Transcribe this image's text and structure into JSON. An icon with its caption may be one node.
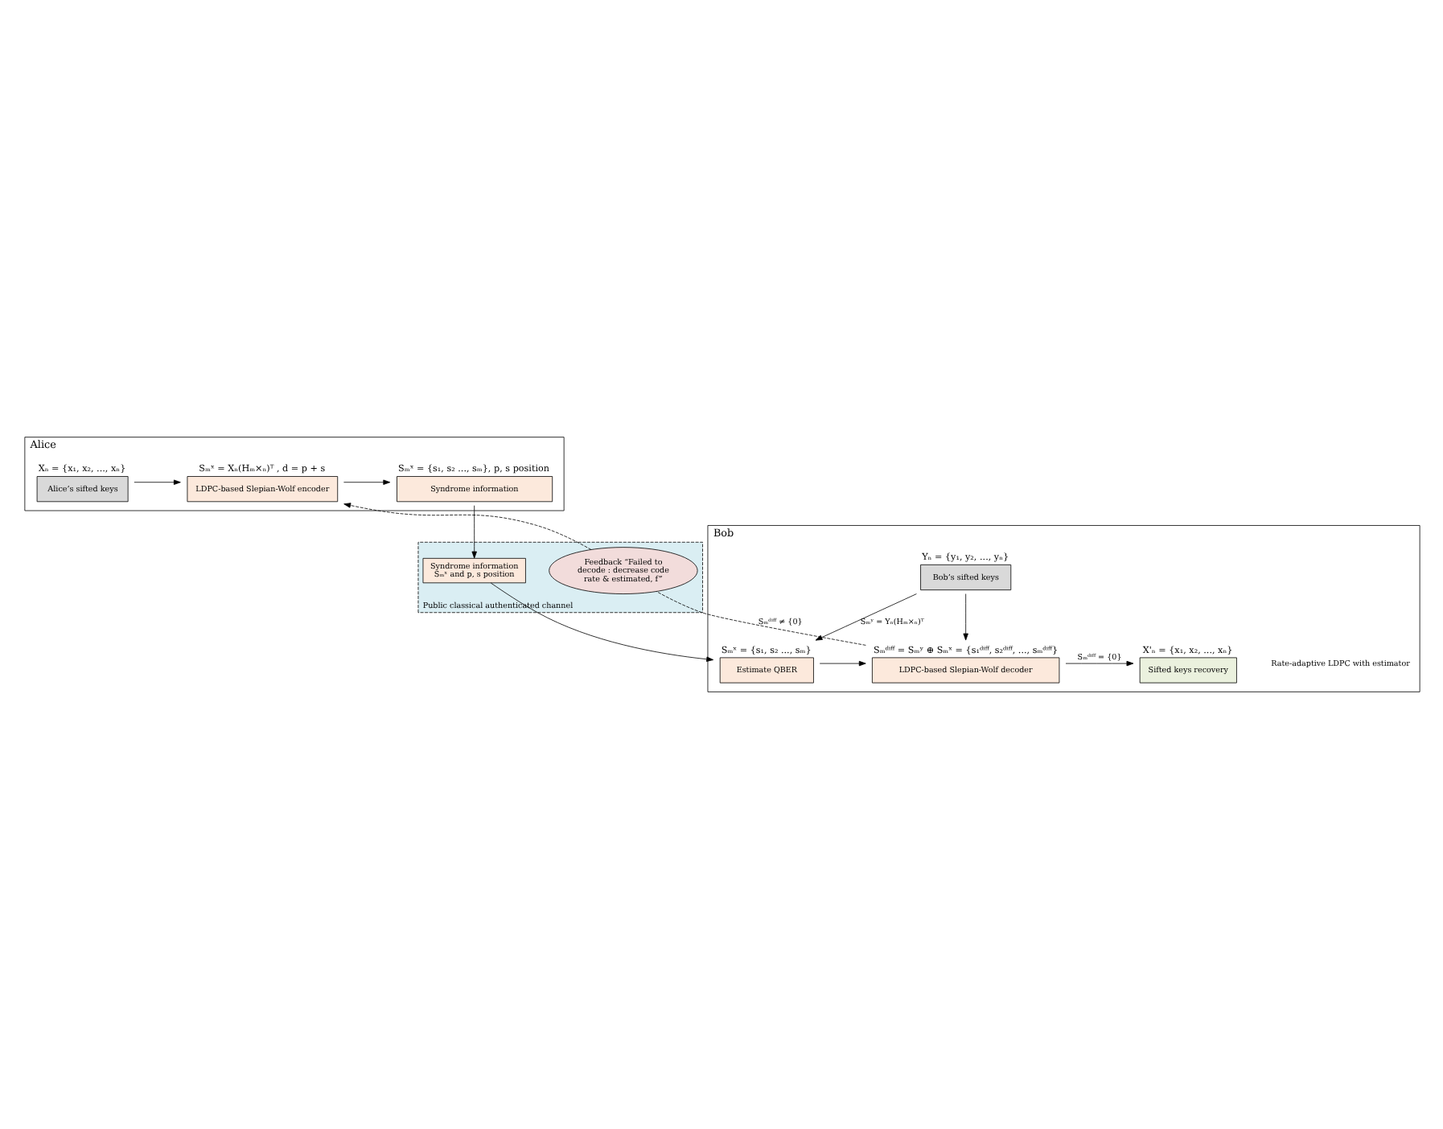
{
  "diagram": {
    "nodes": [
      {
        "text": [
          "Alice"
        ]
      },
      {
        "text": [
          "Alice’s sifted keys"
        ],
        "in": 0,
        "beside": [
          "Xₙ = {x₁, x₂, ..., xₙ}"
        ]
      },
      {
        "text": [
          "LDPC-based Slepian-Wolf encoder"
        ],
        "in": 0,
        "beside": [
          "Sₘˣ = Xₙ(Hₘ×ₙ)ᵀ , d = p + s"
        ]
      },
      {
        "text": [
          "Syndrome information"
        ],
        "in": 0,
        "beside": [
          "Sₘˣ = {s₁, s₂ ..., sₘ}, p, s position"
        ]
      },
      {
        "text": [
          "Public classical authenticated channel"
        ]
      },
      {
        "text": [
          "Feedback “Failed to decode : decrease code rate & estimated, f”"
        ],
        "in": 4
      },
      {
        "text": [
          "Syndrome information Sₘˣ and p, s position"
        ],
        "in": 4
      },
      {
        "text": [
          "Bob"
        ]
      },
      {
        "text": [
          "Sifted keys recovery"
        ],
        "in": 7,
        "beside": [
          "X'ₙ = {x₁, x₂, ..., xₙ}"
        ]
      },
      {
        "text": [
          "LDPC-based Slepian-Wolf decoder"
        ],
        "in": 7,
        "beside": [
          "Sₘᵈⁱᶠᶠ = Sₘʸ ⊕ Sₘˣ = {s₁ᵈⁱᶠᶠ, s₂ᵈⁱᶠᶠ, ..., sₘᵈⁱᶠᶠ}"
        ]
      },
      {
        "text": [
          "Estimate QBER"
        ],
        "in": 7,
        "beside": [
          "Sₘˣ = {s₁, s₂ ..., sₘ}"
        ]
      },
      {
        "text": [
          "Bob’s sifted keys"
        ],
        "in": 7,
        "beside": [
          "Yₙ = {y₁, y₂, ..., yₙ}"
        ]
      }
    ],
    "edges": [
      {
        "from": 1,
        "to": 2,
        "arrow": "to"
      },
      {
        "from": 2,
        "to": 3,
        "arrow": "to"
      },
      {
        "from": 3,
        "to": 6,
        "arrow": "to"
      },
      {
        "from": 6,
        "to": 10,
        "arrow": "to"
      },
      {
        "from": 10,
        "to": 9,
        "arrow": "to"
      },
      {
        "from": 9,
        "to": 8,
        "arrow": "to",
        "label": "Sₘᵈⁱᶠᶠ = {0}"
      },
      {
        "from": 11,
        "to": 9,
        "arrow": "to"
      },
      {
        "from": 11,
        "to": 10,
        "arrow": "to",
        "label": "Sₘʸ = Yₙ(Hₘ×ₙ)ᵀ"
      },
      {
        "from": 9,
        "to": 5,
        "arrow": "none",
        "style": "dashed",
        "label": "Sₘᵈⁱᶠᶠ ≠ {0}"
      },
      {
        "from": 5,
        "to": 2,
        "arrow": "to",
        "style": "dashed"
      }
    ],
    "labels": [
      "Rate-adaptive LDPC with estimator"
    ]
  }
}
